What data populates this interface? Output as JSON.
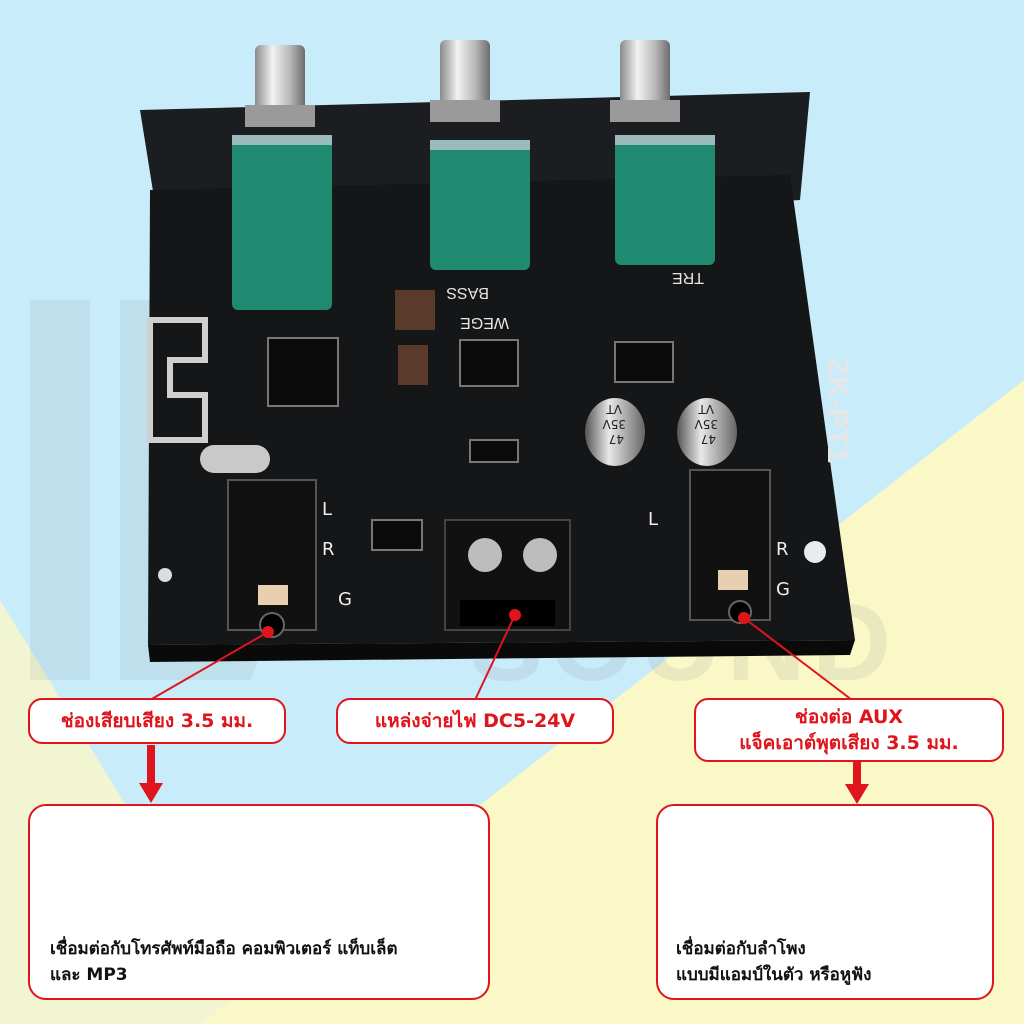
{
  "board": {
    "model": "ZK-PT1",
    "brand": "WEGE",
    "knobs": [
      {
        "label": "BASS"
      },
      {
        "label": "TRE"
      }
    ],
    "cap_marking": [
      "47",
      "35V",
      "VT"
    ],
    "jack_left_pins": [
      "L",
      "R",
      "G"
    ],
    "jack_right_pins": [
      "L",
      "R",
      "G"
    ]
  },
  "callouts": {
    "input_jack": "ช่องเสียบเสียง 3.5 มม.",
    "power": "แหล่งจ่ายไฟ DC5-24V",
    "aux_line1": "ช่องต่อ AUX",
    "aux_line2": "แจ็คเอาต์พุตเสียง 3.5 มม."
  },
  "panels": {
    "sources_caption_line1": "เชื่อมต่อกับโทรศัพท์มือถือ คอมพิวเตอร์ แท็บเล็ต",
    "sources_caption_line2": "และ MP3",
    "outputs_caption_line1": "เชื่อมต่อกับลำโพง",
    "outputs_caption_line2": "แบบมีแอมป์ในตัว หรือหูฟัง"
  },
  "watermark": "SOUND",
  "colors": {
    "accent_red": "#e0141c",
    "bg_blue": "#c9ecfb",
    "bg_yellow": "#fbf8c8",
    "pcb": "#151618",
    "pot_green": "#1f8a70"
  }
}
